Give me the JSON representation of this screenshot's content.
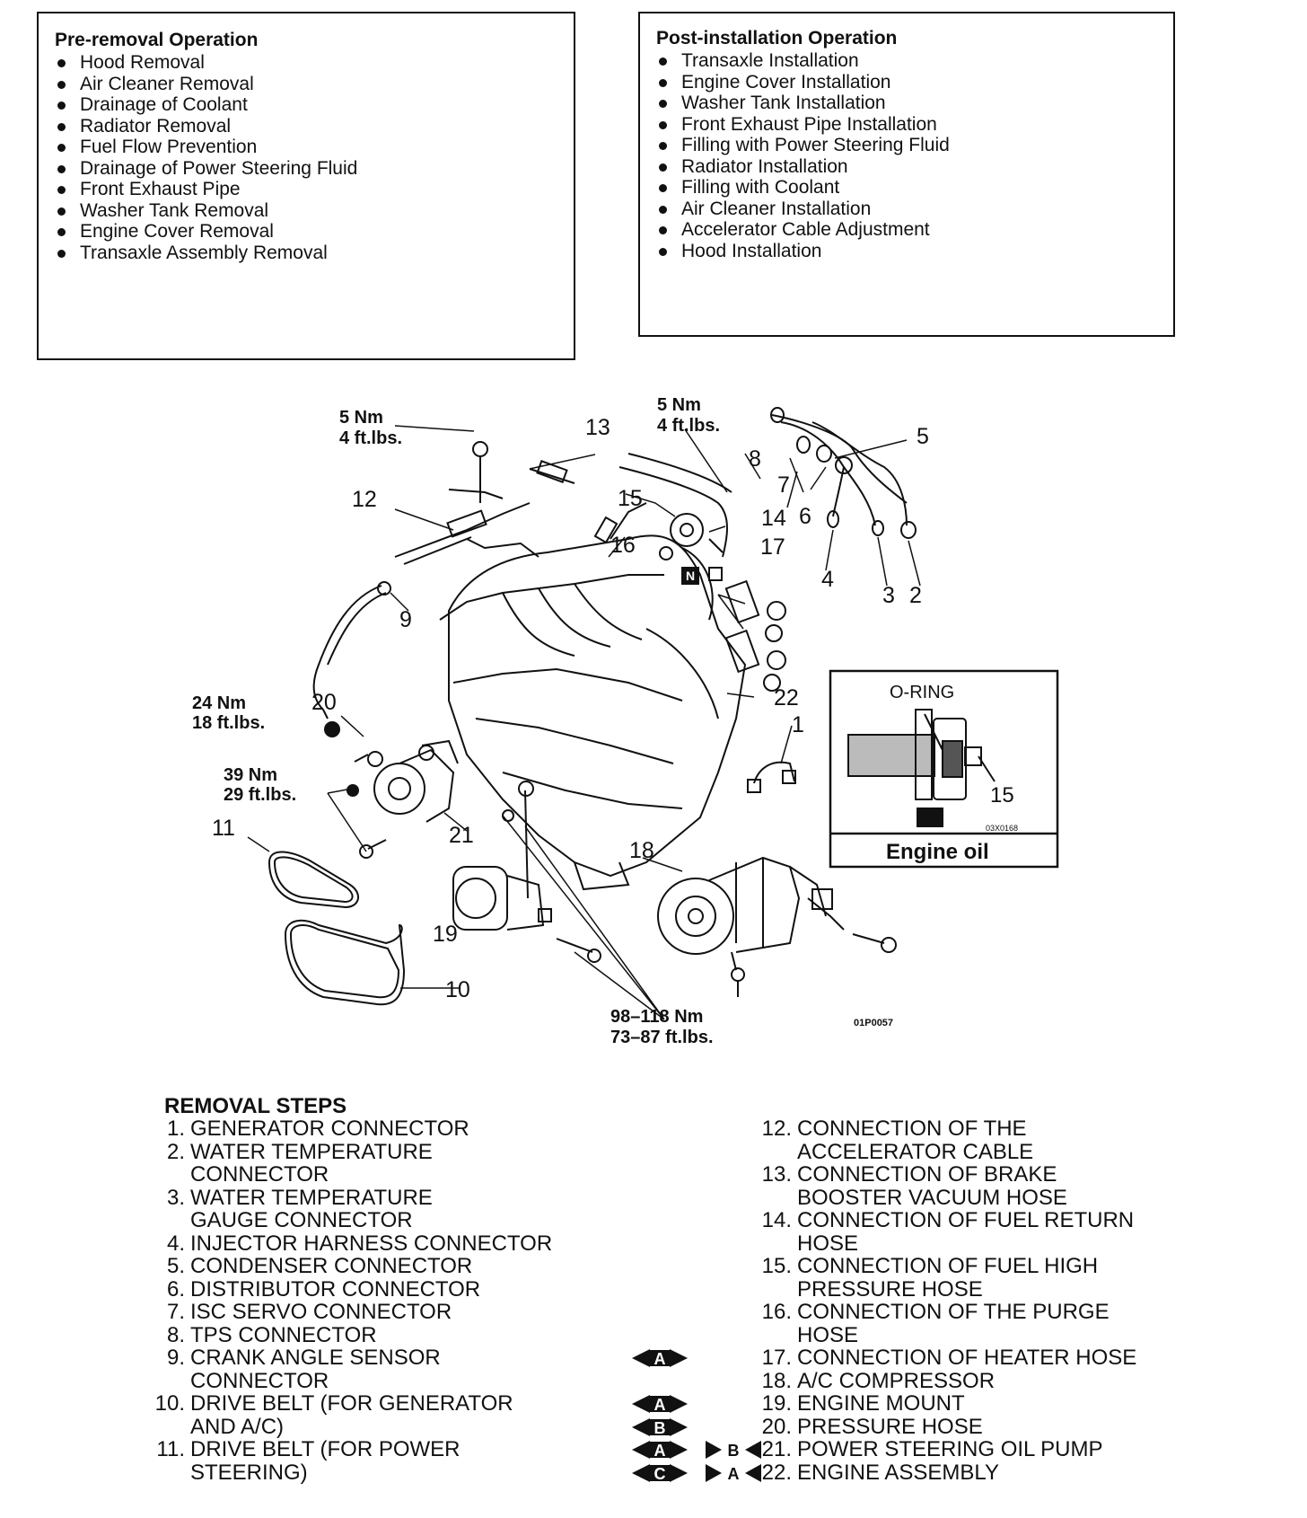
{
  "pre_removal": {
    "title": "Pre-removal Operation",
    "items": [
      "Hood Removal",
      "Air Cleaner Removal",
      "Drainage of Coolant",
      "Radiator Removal",
      "Fuel Flow Prevention",
      "Drainage of Power Steering Fluid",
      "Front Exhaust Pipe",
      "Washer Tank Removal",
      "Engine Cover Removal",
      "Transaxle Assembly Removal"
    ]
  },
  "post_installation": {
    "title": "Post-installation Operation",
    "items": [
      "Transaxle Installation",
      "Engine Cover Installation",
      "Washer Tank Installation",
      "Front Exhaust Pipe Installation",
      "Filling with Power Steering Fluid",
      "Radiator Installation",
      "Filling with Coolant",
      "Air Cleaner Installation",
      "Accelerator Cable Adjustment",
      "Hood Installation"
    ]
  },
  "diagram": {
    "torque_top_left": [
      "5 Nm",
      "4 ft.lbs."
    ],
    "torque_top_right": [
      "5 Nm",
      "4 ft.lbs."
    ],
    "torque_24": [
      "24 Nm",
      "18 ft.lbs."
    ],
    "torque_39": [
      "39 Nm",
      "29 ft.lbs."
    ],
    "torque_98": [
      "98–118 Nm",
      "73–87 ft.lbs."
    ],
    "callouts": [
      "1",
      "2",
      "3",
      "4",
      "5",
      "6",
      "7",
      "8",
      "9",
      "10",
      "11",
      "12",
      "13",
      "14",
      "15",
      "16",
      "17",
      "18",
      "19",
      "20",
      "21",
      "22"
    ],
    "n_mark": "N",
    "figure_code": "01P0057",
    "inset": {
      "label": "O-RING",
      "callout": "15",
      "code": "03X0168",
      "caption": "Engine oil"
    }
  },
  "removal_steps": {
    "title": "REMOVAL STEPS",
    "left": [
      {
        "num": "1.",
        "lines": [
          "GENERATOR CONNECTOR"
        ]
      },
      {
        "num": "2.",
        "lines": [
          "WATER TEMPERATURE",
          "CONNECTOR"
        ]
      },
      {
        "num": "3.",
        "lines": [
          "WATER TEMPERATURE",
          "GAUGE CONNECTOR"
        ]
      },
      {
        "num": "4.",
        "lines": [
          "INJECTOR HARNESS CONNECTOR"
        ]
      },
      {
        "num": "5.",
        "lines": [
          "CONDENSER CONNECTOR"
        ]
      },
      {
        "num": "6.",
        "lines": [
          "DISTRIBUTOR CONNECTOR"
        ]
      },
      {
        "num": "7.",
        "lines": [
          "ISC SERVO CONNECTOR"
        ]
      },
      {
        "num": "8.",
        "lines": [
          "TPS CONNECTOR"
        ]
      },
      {
        "num": "9.",
        "lines": [
          "CRANK ANGLE SENSOR",
          "CONNECTOR"
        ]
      },
      {
        "num": "10.",
        "lines": [
          "DRIVE BELT (FOR GENERATOR",
          "AND A/C)"
        ]
      },
      {
        "num": "11.",
        "lines": [
          "DRIVE BELT (FOR POWER",
          "STEERING)"
        ]
      }
    ],
    "right": [
      {
        "num": "12.",
        "lines": [
          "CONNECTION OF THE",
          "ACCELERATOR CABLE"
        ]
      },
      {
        "num": "13.",
        "lines": [
          "CONNECTION OF BRAKE",
          "BOOSTER VACUUM HOSE"
        ]
      },
      {
        "num": "14.",
        "lines": [
          "CONNECTION OF FUEL RETURN",
          "HOSE"
        ]
      },
      {
        "num": "15.",
        "lines": [
          "CONNECTION OF FUEL HIGH",
          "PRESSURE HOSE"
        ]
      },
      {
        "num": "16.",
        "lines": [
          "CONNECTION OF THE PURGE",
          "HOSE"
        ]
      },
      {
        "num": "17.",
        "lines": [
          "CONNECTION OF HEATER HOSE"
        ]
      },
      {
        "num": "18.",
        "lines": [
          "A/C COMPRESSOR"
        ]
      },
      {
        "num": "19.",
        "lines": [
          "ENGINE MOUNT"
        ]
      },
      {
        "num": "20.",
        "lines": [
          "PRESSURE HOSE"
        ]
      },
      {
        "num": "21.",
        "lines": [
          "POWER STEERING OIL PUMP"
        ]
      },
      {
        "num": "22.",
        "lines": [
          "ENGINE ASSEMBLY"
        ]
      }
    ],
    "symbols": {
      "step10": [
        "A"
      ],
      "step11": [
        "B"
      ],
      "step18": [
        "A"
      ],
      "step21": [
        "A",
        "B"
      ],
      "step22": [
        "C",
        "A"
      ]
    }
  }
}
